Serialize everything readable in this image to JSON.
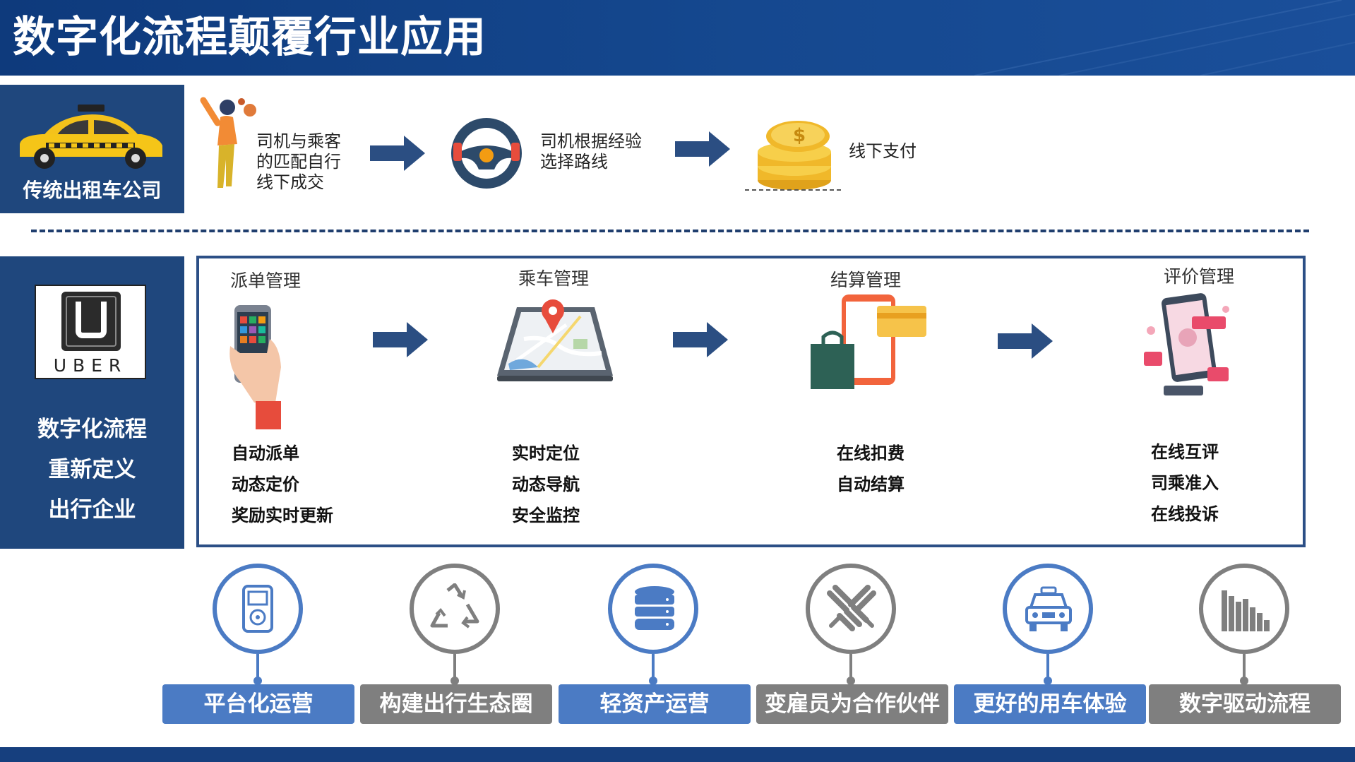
{
  "title": "数字化流程颠覆行业应用",
  "traditional": {
    "label": "传统出租车公司",
    "steps": [
      {
        "lines": [
          "司机与乘客",
          "的匹配自行",
          "线下成交"
        ]
      },
      {
        "lines": [
          "司机根据经验",
          "选择路线"
        ]
      },
      {
        "lines": [
          "线下支付"
        ]
      }
    ]
  },
  "uber": {
    "logo_text": "UBER",
    "desc_lines": [
      "数字化流程",
      "重新定义",
      "出行企业"
    ]
  },
  "stages": [
    {
      "title": "派单管理",
      "features": [
        "自动派单",
        "动态定价",
        "奖励实时更新"
      ]
    },
    {
      "title": "乘车管理",
      "features": [
        "实时定位",
        "动态导航",
        "安全监控"
      ]
    },
    {
      "title": "结算管理",
      "features": [
        "在线扣费",
        "自动结算"
      ]
    },
    {
      "title": "评价管理",
      "features": [
        "在线互评",
        "司乘准入",
        "在线投诉"
      ]
    }
  ],
  "benefits": [
    {
      "label": "平台化运营",
      "icon": "ipod-icon",
      "color": "#4b7bc4"
    },
    {
      "label": "构建出行生态圈",
      "icon": "recycle-icon",
      "color": "#7f7f7f"
    },
    {
      "label": "轻资产运营",
      "icon": "database-icon",
      "color": "#4b7bc4"
    },
    {
      "label": "变雇员为合作伙伴",
      "icon": "handshake-icon",
      "color": "#7f7f7f"
    },
    {
      "label": "更好的用车体验",
      "icon": "taxi-front-icon",
      "color": "#4b7bc4"
    },
    {
      "label": "数字驱动流程",
      "icon": "bar-chart-icon",
      "color": "#7f7f7f"
    }
  ],
  "colors": {
    "navy": "#1f477d",
    "blue": "#4b7bc4",
    "gray": "#7f7f7f",
    "arrow": "#2b4e82"
  }
}
